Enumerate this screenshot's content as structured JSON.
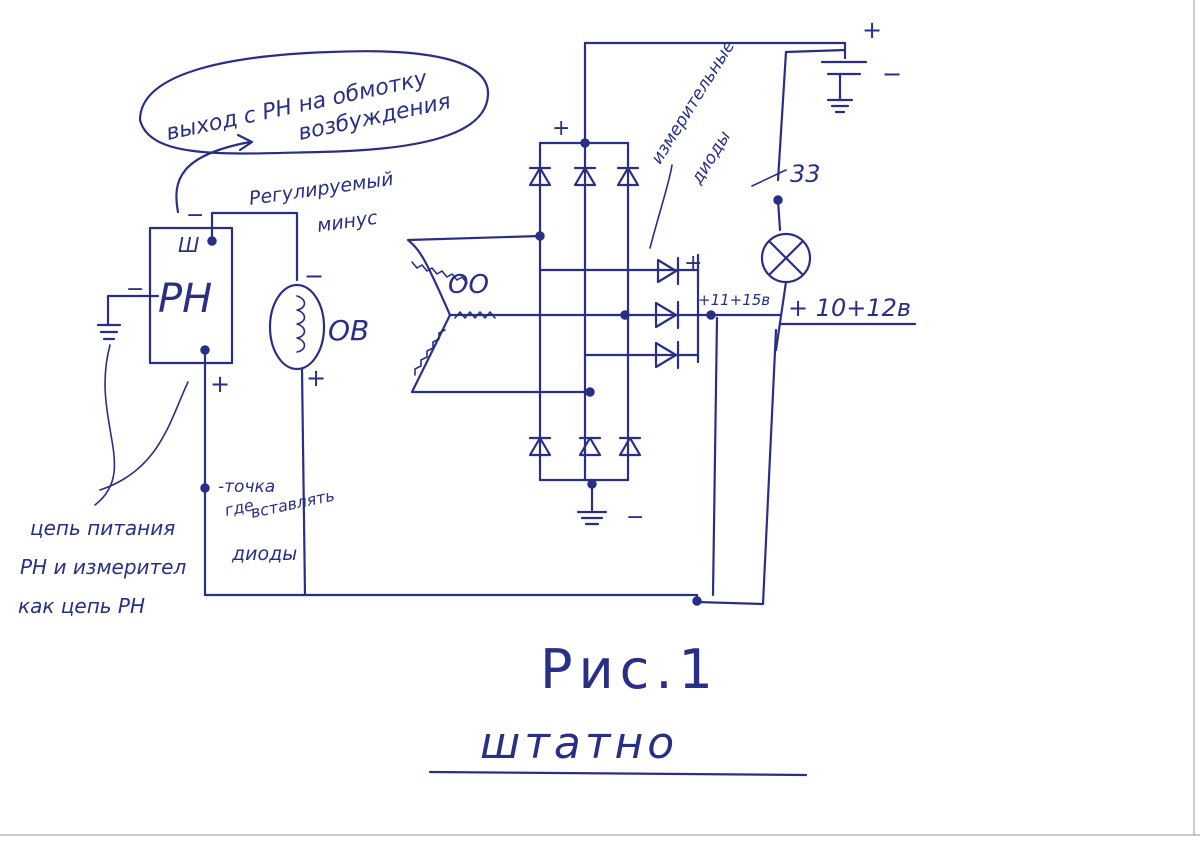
{
  "labels": {
    "exit_note_line1": "выход с РН на обмотку",
    "exit_note_line2": "возбуждения",
    "regulated_minus_line1": "Регулируемый",
    "regulated_minus_line2": "минус",
    "sh": "Ш",
    "rn": "РН",
    "ov": "ОВ",
    "oo": "ОО",
    "measuring_diodes_line1": "измерительные",
    "measuring_diodes_line2": "диоды",
    "lamp": "33",
    "v_small": "+11+15в",
    "v_big": "+ 10+12в",
    "point_line1": "-точка",
    "point_line2": "где",
    "point_line3": "вставлять",
    "point_line4": "диоды",
    "circuit_line1": "цепь питания",
    "circuit_line2": "РН и измерител",
    "circuit_line3": "как цепь РН",
    "fig": "Рис.1",
    "standard": "штатно",
    "plus": "+",
    "minus": "−"
  }
}
